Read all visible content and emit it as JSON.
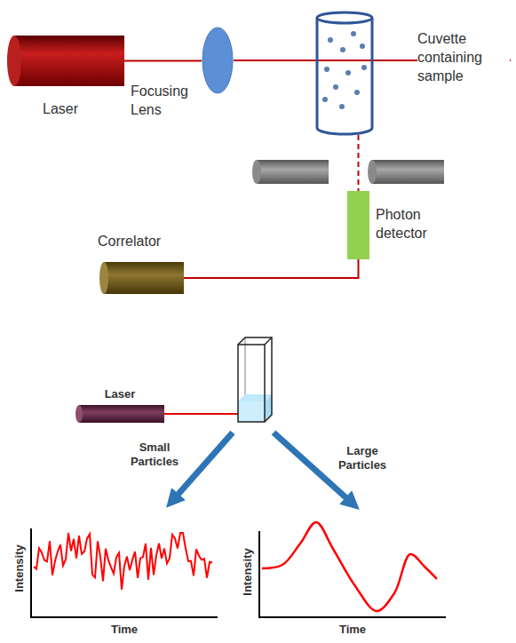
{
  "diagram": {
    "nodes": [
      {
        "text": [
          "Laser"
        ]
      },
      {
        "text": [
          "Focusing Lens"
        ]
      },
      {
        "text": [
          "Cuvette containing sample"
        ]
      },
      {
        "text": [
          "Photon detector"
        ]
      },
      {
        "text": [
          "Correlator"
        ]
      }
    ],
    "edges": [
      {
        "from": 0,
        "to": 1,
        "arrow": "none"
      },
      {
        "from": 1,
        "to": 2,
        "arrow": "none"
      },
      {
        "from": 2,
        "to": 3,
        "arrow": "none"
      },
      {
        "from": 3,
        "to": 4,
        "arrow": "none"
      }
    ],
    "labels": [
      "Laser",
      "Small Particles",
      "Large Particles",
      "Intensity",
      "Time",
      "Intensity",
      "Time"
    ]
  }
}
